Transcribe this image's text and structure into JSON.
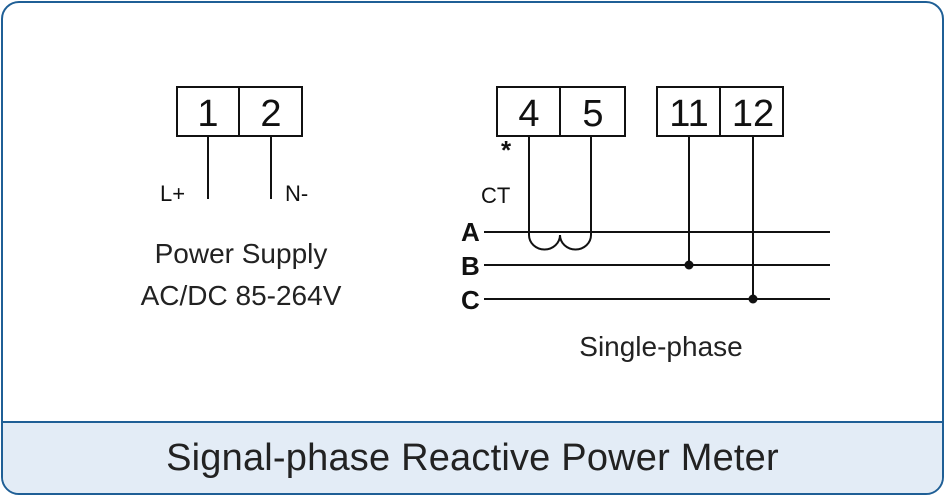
{
  "power_supply": {
    "terminals": [
      "1",
      "2"
    ],
    "labels": [
      "L+",
      "N-"
    ],
    "caption_line1": "Power Supply",
    "caption_line2": "AC/DC 85-264V"
  },
  "current_input": {
    "terminals": [
      "4",
      "5"
    ],
    "polarity_mark": "*",
    "ct_label": "CT"
  },
  "voltage_input": {
    "terminals": [
      "11",
      "12"
    ]
  },
  "lines": [
    "A",
    "B",
    "C"
  ],
  "wiring_caption": "Single-phase",
  "footer_title": "Signal-phase Reactive Power Meter",
  "colors": {
    "border": "#1f5f96",
    "footer_bg": "#e3ecf6",
    "line": "#111111"
  }
}
